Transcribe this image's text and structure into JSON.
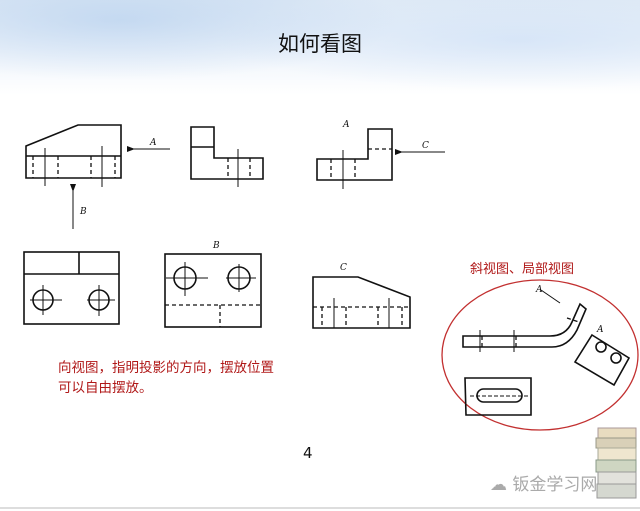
{
  "title": "如何看图",
  "labels": {
    "A": "A",
    "B": "B",
    "C": "C"
  },
  "note_lines": [
    "向视图，指明投影的方向，摆放位置",
    "可以自由摆放。"
  ],
  "right_title": "斜视图、局部视图",
  "page_number": "4",
  "watermark": "钣金学习网",
  "colors": {
    "accent_red": "#b01818"
  }
}
